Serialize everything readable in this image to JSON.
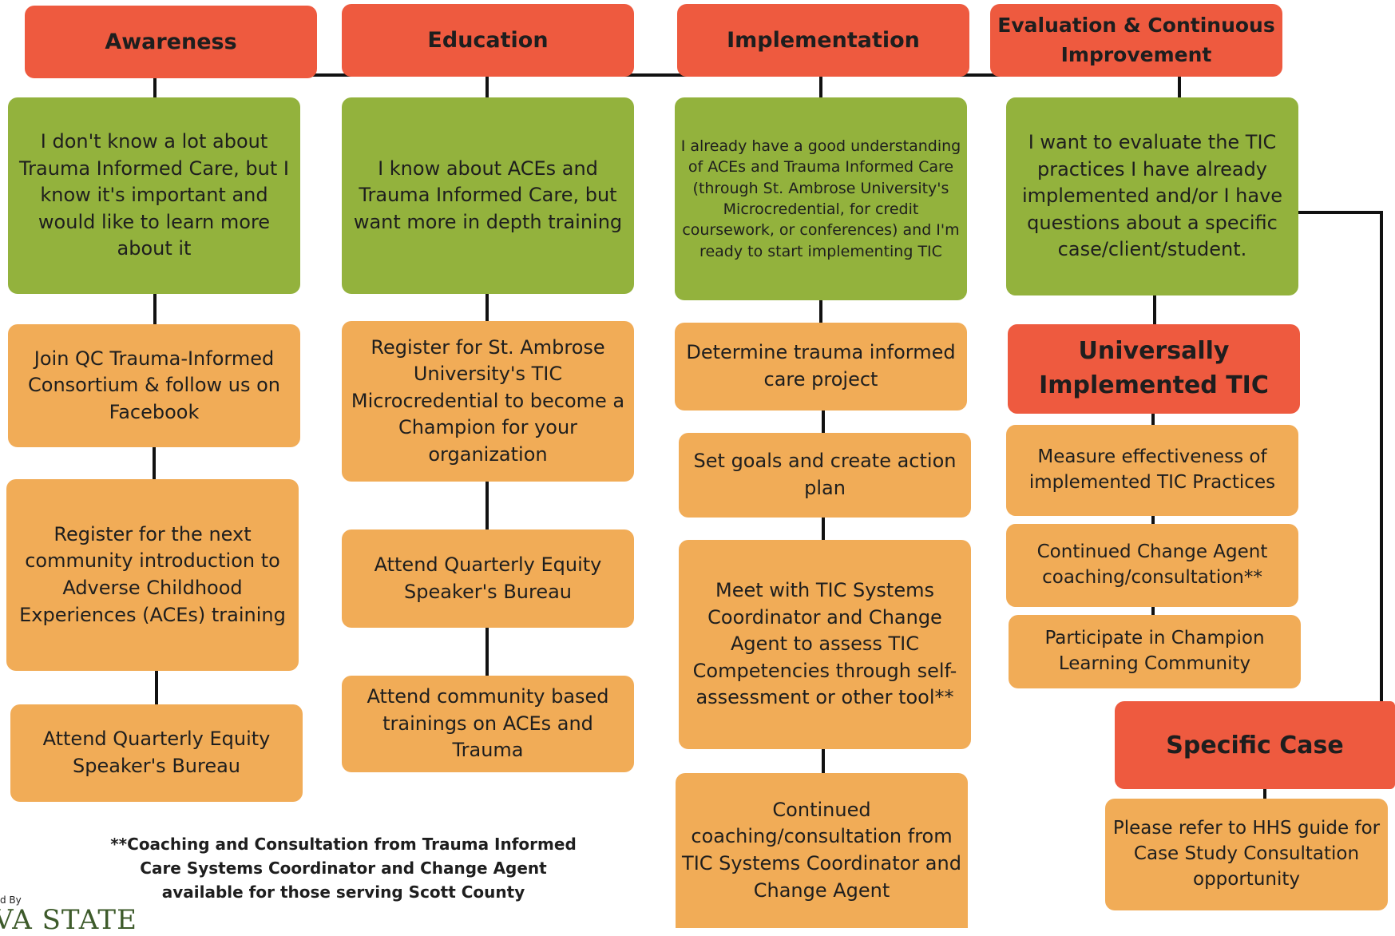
{
  "headers": {
    "awareness": "Awareness",
    "education": "Education",
    "implementation": "Implementation",
    "evaluation": "Evaluation & Continuous Improvement",
    "universally": "Universally Implemented TIC",
    "specific_case": "Specific Case"
  },
  "statements": {
    "awareness": "I don't know a lot about Trauma Informed Care, but I know it's important and would like to learn more about it",
    "education": "I know about ACEs and Trauma Informed Care, but want more in depth training",
    "implementation": "I already have a good understanding of ACEs and Trauma Informed Care (through St. Ambrose University's Microcredential, for credit coursework, or conferences) and I'm ready to start implementing TIC",
    "evaluation": "I want to evaluate the TIC practices I have already implemented and/or I have questions about a specific case/client/student."
  },
  "steps": {
    "awareness": [
      "Join QC Trauma-Informed Consortium & follow us on Facebook",
      "Register for the next community introduction to Adverse Childhood Experiences (ACEs) training",
      "Attend Quarterly Equity Speaker's Bureau"
    ],
    "education": [
      "Register for St. Ambrose University's TIC Microcredential to become a Champion for your organization",
      "Attend Quarterly Equity Speaker's Bureau",
      "Attend community based trainings on ACEs and Trauma"
    ],
    "implementation": [
      "Determine trauma informed care project",
      "Set goals and create action plan",
      "Meet with TIC Systems Coordinator and Change Agent to assess TIC Competencies through self-assessment or other tool**",
      "Continued coaching/consultation from TIC Systems Coordinator and Change Agent"
    ],
    "universally": [
      "Measure effectiveness of implemented TIC Practices",
      "Continued Change Agent coaching/consultation**",
      "Participate in Champion Learning Community"
    ],
    "specific_case": [
      "Please refer to HHS guide for Case Study Consultation opportunity"
    ]
  },
  "footnote": "**Coaching and Consultation from Trauma Informed Care Systems Coordinator and Change Agent available for those serving Scott County",
  "logo": {
    "small_text": "d By",
    "text": "VA STATE"
  },
  "colors": {
    "header": "#ee5a3f",
    "statement": "#93b23d",
    "step": "#f1ac57",
    "connector": "#111111"
  }
}
